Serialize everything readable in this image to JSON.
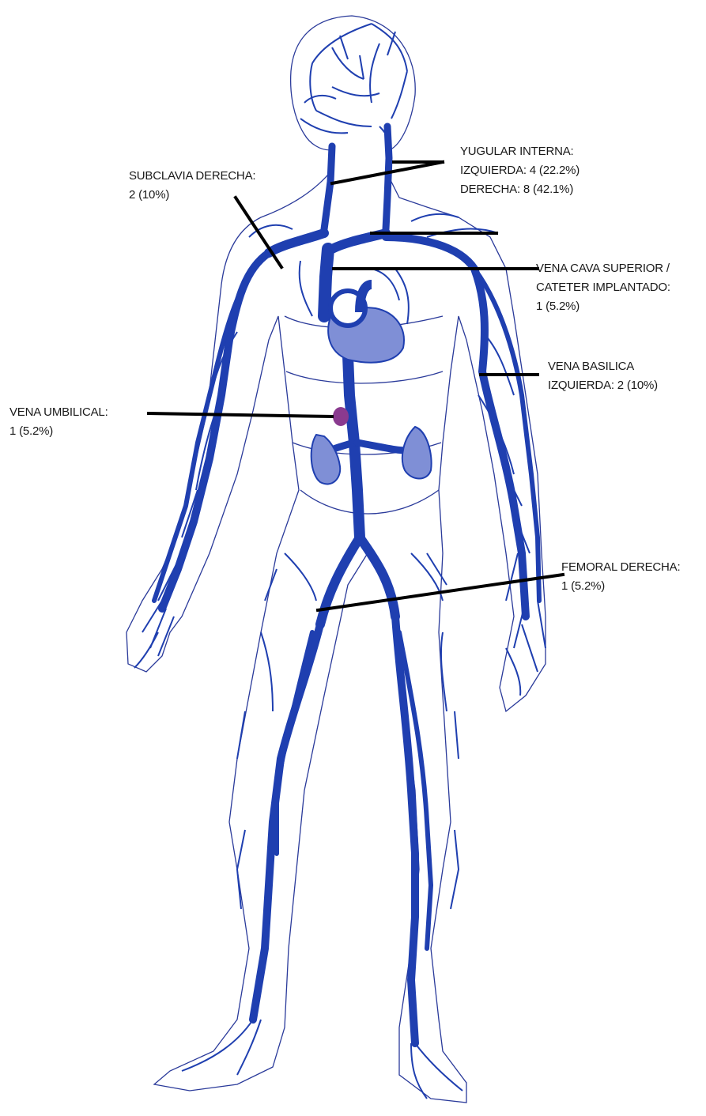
{
  "labels": {
    "yugular": {
      "title": "YUGULAR INTERNA:",
      "line1": "IZQUIERDA: 4 (22.2%)",
      "line2": "DERECHA: 8 (42.1%)"
    },
    "subclavia": {
      "title": "SUBCLAVIA DERECHA:",
      "line1": "2 (10%)"
    },
    "cava": {
      "title": "VENA CAVA SUPERIOR /",
      "line1": "CATETER IMPLANTADO:",
      "line2": "1 (5.2%)"
    },
    "basilica": {
      "title": "VENA BASILICA",
      "line1": "IZQUIERDA: 2 (10%)"
    },
    "umbilical": {
      "title": "VENA UMBILICAL:",
      "line1": "1 (5.2%)"
    },
    "femoral": {
      "title": "FEMORAL DERECHA:",
      "line1": "1 (5.2%)"
    }
  },
  "colors": {
    "vein": "#1f3fb0",
    "outline": "#2a3a9a",
    "organ": "#7f8fd6",
    "umbilical_marker": "#8a3a8f",
    "leader": "#000000",
    "label_text": "#1a1a1a"
  }
}
